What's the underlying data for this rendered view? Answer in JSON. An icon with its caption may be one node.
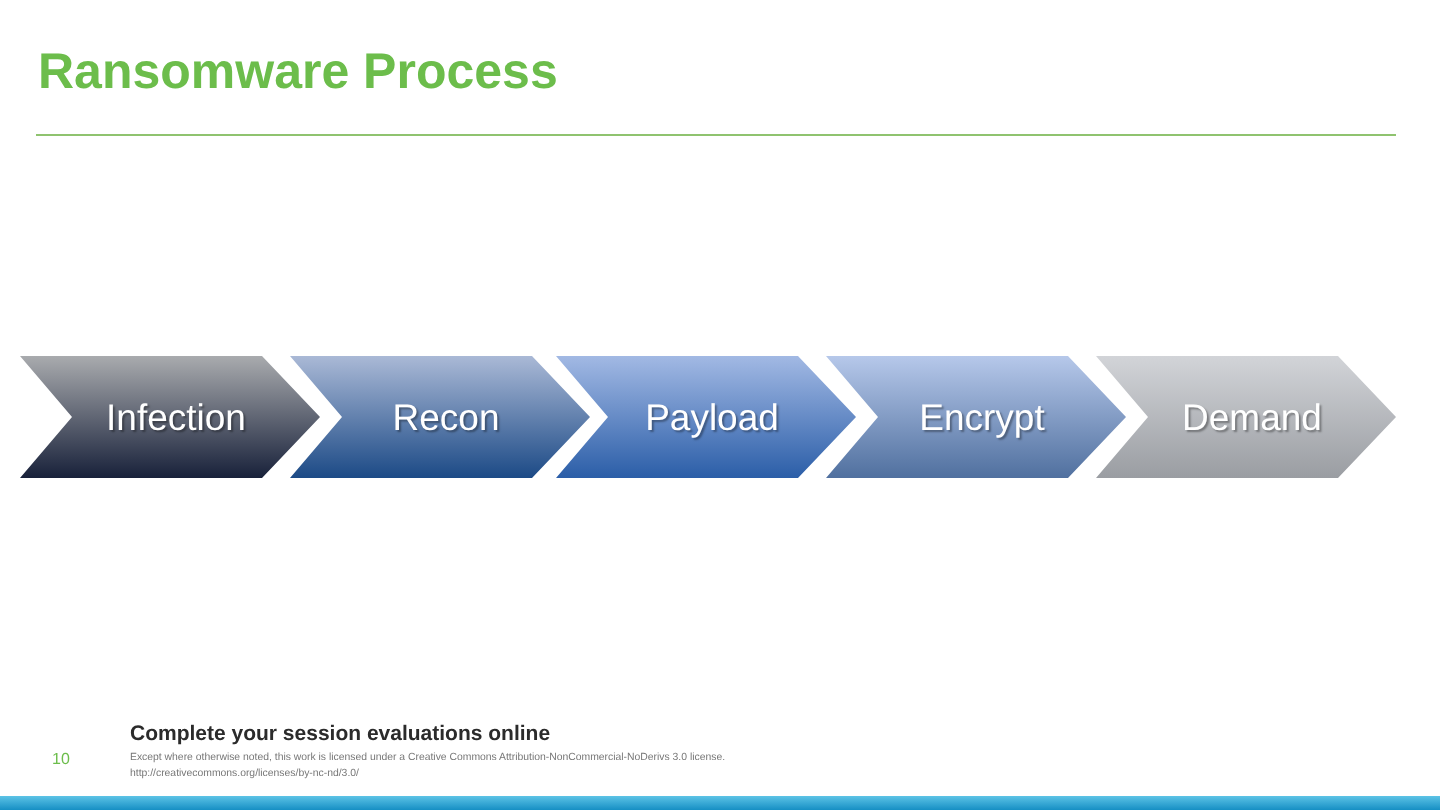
{
  "diagram": {
    "title": "Ransomware Process",
    "nodes": [
      {
        "text": [
          "Infection"
        ]
      },
      {
        "text": [
          "Recon"
        ]
      },
      {
        "text": [
          "Payload"
        ]
      },
      {
        "text": [
          "Encrypt"
        ]
      },
      {
        "text": [
          "Demand"
        ]
      }
    ],
    "labels": [
      "Complete your session evaluations online",
      "10",
      "Except where otherwise noted, this work is licensed under a Creative Commons Attribution-NonCommercial-NoDerivs 3.0 license.",
      "http://creativecommons.org/licenses/by-nc-nd/3.0/"
    ]
  }
}
